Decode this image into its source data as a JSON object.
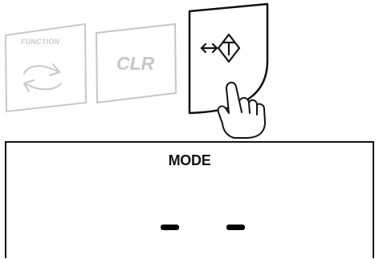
{
  "keys": {
    "function": {
      "label": "FUNCTION",
      "icon": "cycle-arrows-icon",
      "state": "inactive"
    },
    "clear": {
      "label": "CLR",
      "state": "inactive"
    },
    "tare": {
      "icon": "tare-arrow-icon",
      "glyph": "T",
      "state": "pressed"
    }
  },
  "display": {
    "mode_label": "MODE",
    "readout_segments": [
      "-",
      "-"
    ]
  },
  "colors": {
    "inactive_key": "#c8c8c8",
    "active_key_border": "#111111",
    "display_border": "#111111",
    "segment": "#000000"
  },
  "hand_icon": "pressing-hand-icon"
}
